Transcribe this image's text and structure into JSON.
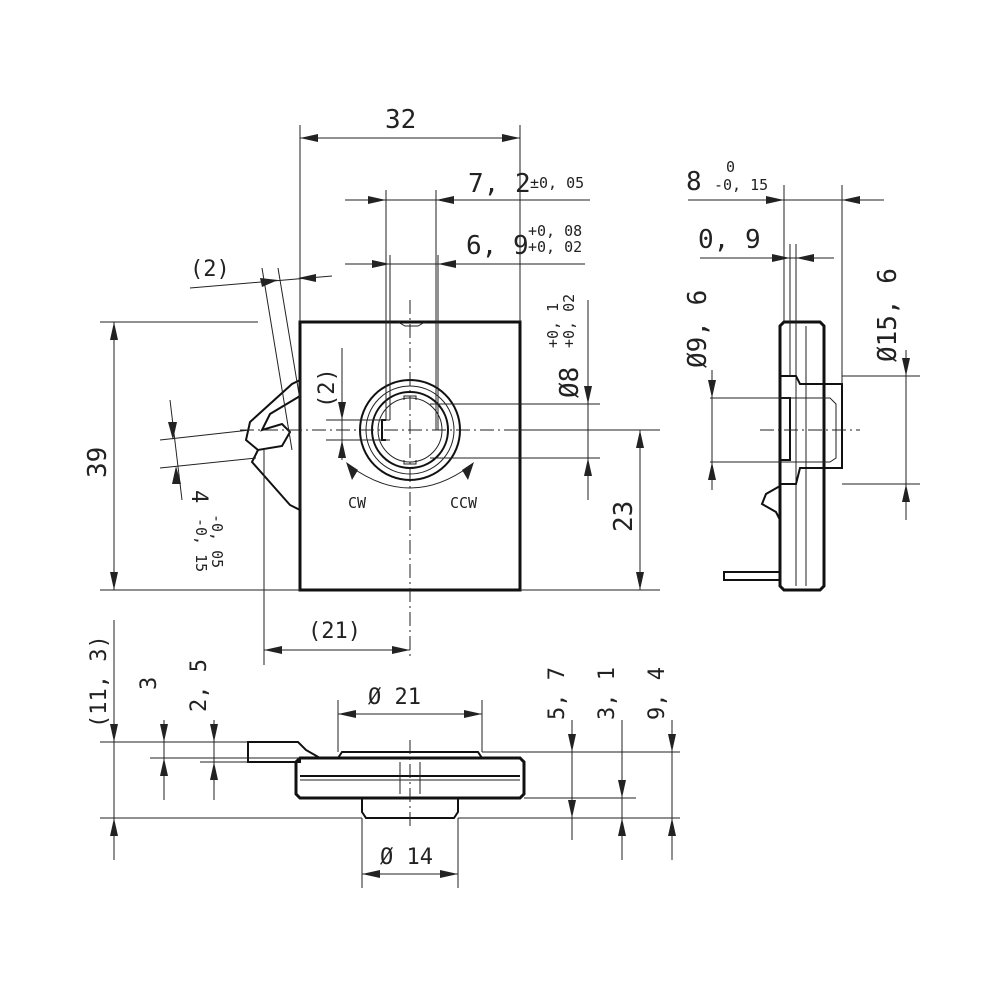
{
  "dims": {
    "width_32": "32",
    "d_7_2": "7, 2",
    "tol_7_2": "±0, 05",
    "d_6_9": "6, 9",
    "tol_6_9_up": "+0, 08",
    "tol_6_9_lo": "+0, 02",
    "paren_2_top": "(2)",
    "paren_2_mid": "(2)",
    "dia_8": "Ø8",
    "tol_8_up": "+0, 1",
    "tol_8_lo": "+0, 02",
    "height_39": "39",
    "d_4": "4",
    "tol_4_up": "-0, 05",
    "tol_4_lo": "-0, 15",
    "height_23": "23",
    "paren_21": "(21)",
    "cw": "CW",
    "ccw": "CCW",
    "side_8": "8",
    "side_8_tol_up": "0",
    "side_8_tol_lo": "-0, 15",
    "side_0_9": "0, 9",
    "dia_9_6": "Ø9, 6",
    "dia_15_6": "Ø15, 6",
    "paren_11_3": "(11, 3)",
    "d_3": "3",
    "d_2_5": "2, 5",
    "dia_21": "Ø 21",
    "d_5_7": "5, 7",
    "d_3_1": "3, 1",
    "d_9_4": "9, 4",
    "dia_14": "Ø 14"
  }
}
